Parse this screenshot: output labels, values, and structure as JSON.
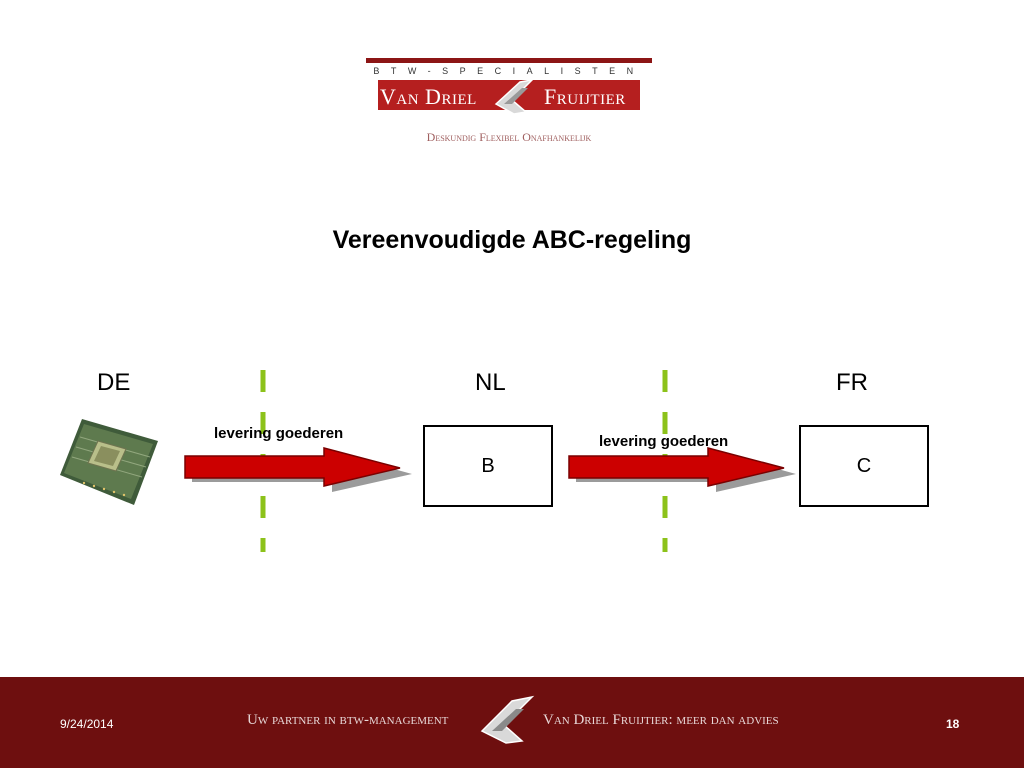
{
  "header": {
    "logo_tagline": "BTW-SPECIALISTEN",
    "logo_name_left": "Van Driel",
    "logo_name_right": "Fruijtier",
    "logo_slogan": "Deskundig  Flexibel  Onafhankelijk",
    "brand_color": "#b51f1f"
  },
  "slide": {
    "title": "Vereenvoudigde ABC-regeling",
    "countries": [
      "DE",
      "NL",
      "FR"
    ],
    "boxes": [
      "B",
      "C"
    ],
    "arrow_labels": [
      "levering goederen",
      "levering goederen"
    ],
    "product_icon": "cpu-chip-icon",
    "border_color": "#8cc21a",
    "arrow_color": "#cc0000"
  },
  "footer": {
    "date": "9/24/2014",
    "left_text": "Uw partner in btw-management",
    "right_text": "Van Driel Fruijtier: meer dan advies",
    "page_number": "18",
    "background": "#6e0f0f"
  }
}
